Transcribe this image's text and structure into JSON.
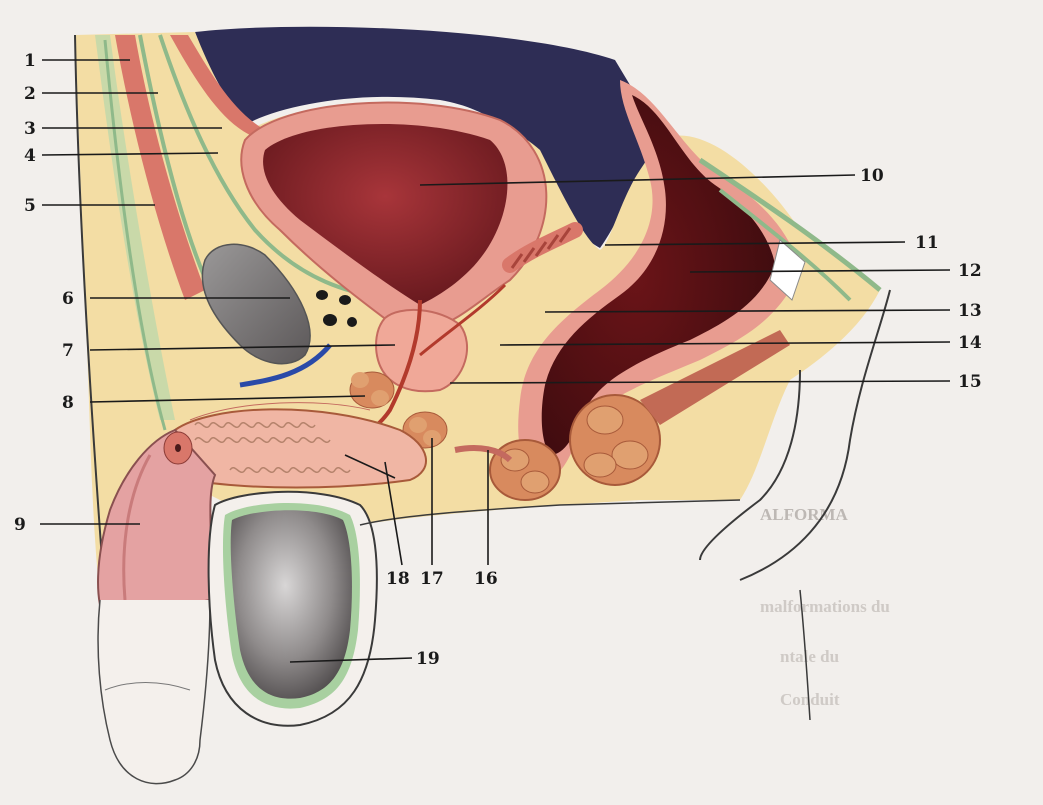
{
  "figure": {
    "labels": [
      {
        "id": "1",
        "text": "1"
      },
      {
        "id": "2",
        "text": "2"
      },
      {
        "id": "3",
        "text": "3"
      },
      {
        "id": "4",
        "text": "4"
      },
      {
        "id": "5",
        "text": "5"
      },
      {
        "id": "6",
        "text": "6"
      },
      {
        "id": "7",
        "text": "7"
      },
      {
        "id": "8",
        "text": "8"
      },
      {
        "id": "9",
        "text": "9"
      },
      {
        "id": "10",
        "text": "10"
      },
      {
        "id": "11",
        "text": "11"
      },
      {
        "id": "12",
        "text": "12"
      },
      {
        "id": "13",
        "text": "13"
      },
      {
        "id": "14",
        "text": "14"
      },
      {
        "id": "15",
        "text": "15"
      },
      {
        "id": "16",
        "text": "16"
      },
      {
        "id": "17",
        "text": "17"
      },
      {
        "id": "18",
        "text": "18"
      },
      {
        "id": "19",
        "text": "19"
      }
    ],
    "background_text": {
      "heading": "ALFORMA",
      "subheading": "malformations du",
      "line1": "ntale du",
      "line2": "Conduit"
    },
    "colors": {
      "muscle": "#d9776a",
      "bladder_lumen": "#8f2626",
      "fat": "#f3dda4",
      "fascia": "#8fb98a",
      "peritoneum_dark": "#2e2d55",
      "testis": "#8a8686",
      "prostate": "#f0a898",
      "vein": "#2a4aa8"
    }
  }
}
